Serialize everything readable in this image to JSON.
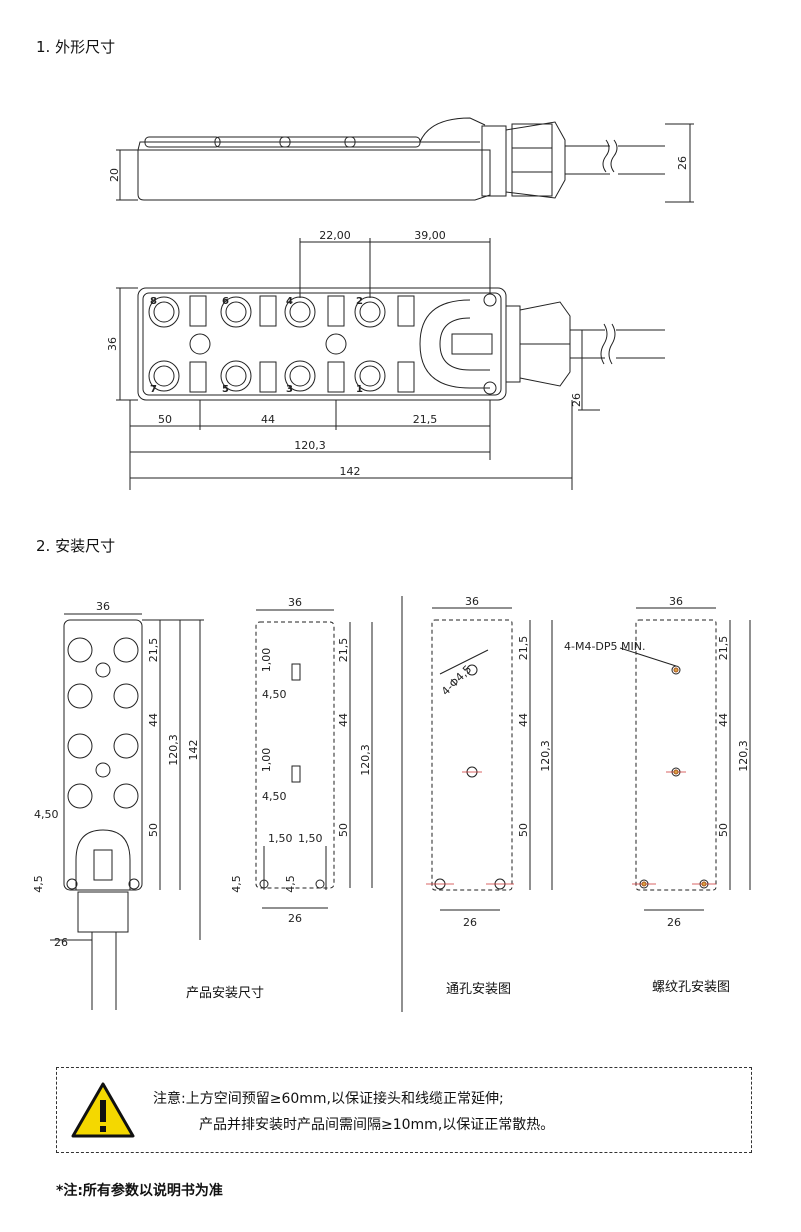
{
  "section1_title": "1. 外形尺寸",
  "section2_title": "2. 安装尺寸",
  "side_view": {
    "height": "20",
    "cable_dia": "26"
  },
  "top_view": {
    "pitch_top": "22,00",
    "offset_top": "39,00",
    "width": "36",
    "cable_offset": "26",
    "seg1": "50",
    "seg2": "44",
    "seg3": "21,5",
    "len_body": "120,3",
    "len_total": "142",
    "port_labels": [
      "8",
      "6",
      "4",
      "2",
      "7",
      "5",
      "3",
      "1"
    ]
  },
  "install": {
    "width": "36",
    "d_top": "21,5",
    "d_mid": "44",
    "d_bottom": "50",
    "d_total": "120,3",
    "d_full": "142",
    "d_side": "4,50",
    "d_45": "4,5",
    "d_26": "26",
    "slot_w": "1,00",
    "slot_l": "4,50",
    "slot_gap": "1,50",
    "hole_label": "4-Φ4,5",
    "thread_label": "4-M4-DP5 MIN."
  },
  "captions": {
    "product": "产品安装尺寸",
    "through": "通孔安装图",
    "thread": "螺纹孔安装图"
  },
  "notice": {
    "line1": "注意:上方空间预留≥60mm,以保证接头和线缆正常延伸;",
    "line2": "产品并排安装时产品间需间隔≥10mm,以保证正常散热。"
  },
  "footnote": "*注:所有参数以说明书为准"
}
